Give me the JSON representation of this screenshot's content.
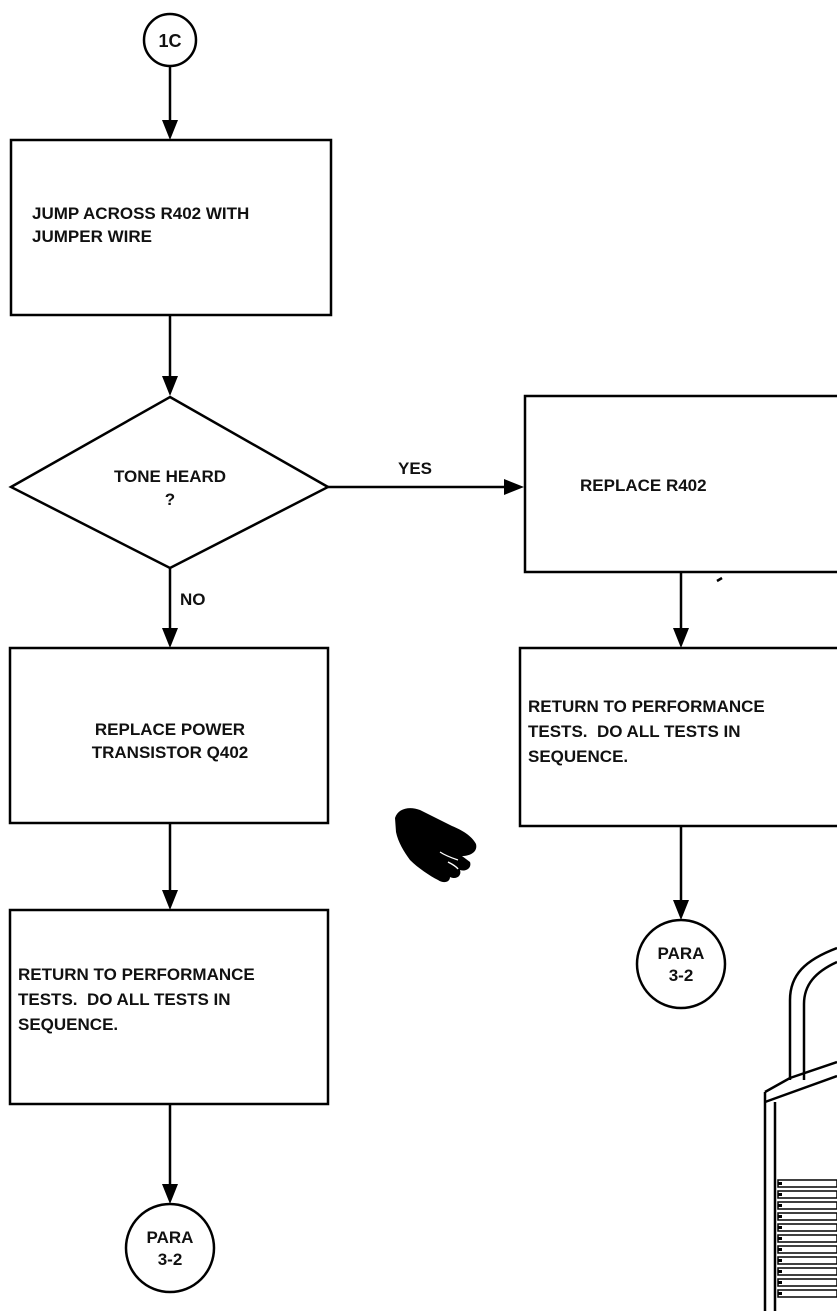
{
  "connectors": {
    "start": "1C",
    "end_left": [
      "PARA",
      "3-2"
    ],
    "end_right": [
      "PARA",
      "3-2"
    ]
  },
  "steps": {
    "jump": [
      "JUMP ACROSS R402 WITH",
      "JUMPER WIRE"
    ],
    "decision": [
      "TONE HEARD",
      "?"
    ],
    "replace_transistor": [
      "REPLACE POWER",
      "TRANSISTOR Q402"
    ],
    "return_left": [
      "RETURN TO PERFORMANCE",
      "TESTS.  DO ALL TESTS IN",
      "SEQUENCE."
    ],
    "replace_resistor": "REPLACE R402",
    "return_right": [
      "RETURN TO PERFORMANCE",
      "TESTS.  DO ALL TESTS IN",
      "SEQUENCE."
    ]
  },
  "branches": {
    "yes": "YES",
    "no": "NO"
  },
  "icons": {
    "pointer": "pointing-hand-icon",
    "equipment": "radio-equipment-illustration"
  },
  "colors": {
    "ink": "#000000",
    "paper": "#ffffff"
  }
}
